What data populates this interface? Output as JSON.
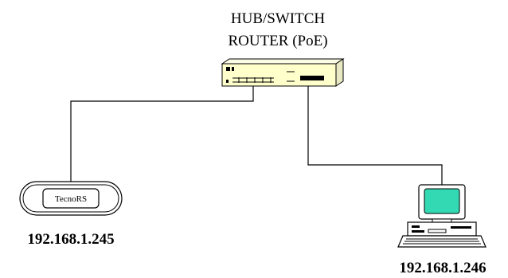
{
  "hub": {
    "line1": "HUB/SWITCH",
    "line2": "ROUTER (PoE)",
    "body_color": "#ffffcc",
    "icon": "network-switch-icon"
  },
  "device": {
    "label": "TecnoRS",
    "ip": "192.168.1.245",
    "icon": "tecnors-device-icon"
  },
  "computer": {
    "ip": "192.168.1.246",
    "screen_color": "#33d9b2",
    "icon": "desktop-computer-icon"
  }
}
